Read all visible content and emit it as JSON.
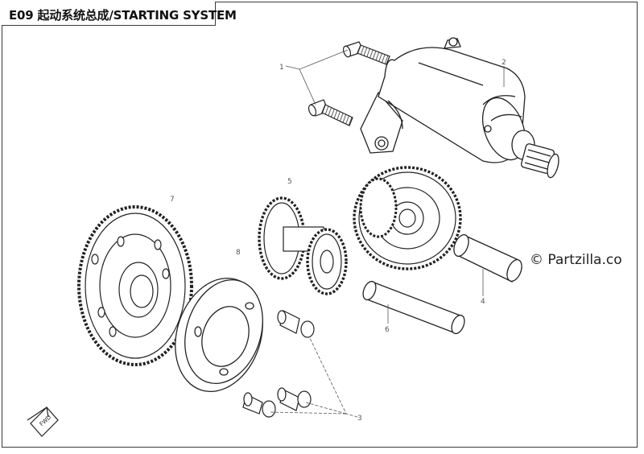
{
  "header": {
    "title": "E09 起动系统总成/STARTING SYSTEM"
  },
  "watermark": {
    "text": "© Partzilla.co"
  },
  "fwd_label": "FWD",
  "callouts": [
    "1",
    "2",
    "3",
    "4",
    "5",
    "6",
    "7",
    "8"
  ]
}
